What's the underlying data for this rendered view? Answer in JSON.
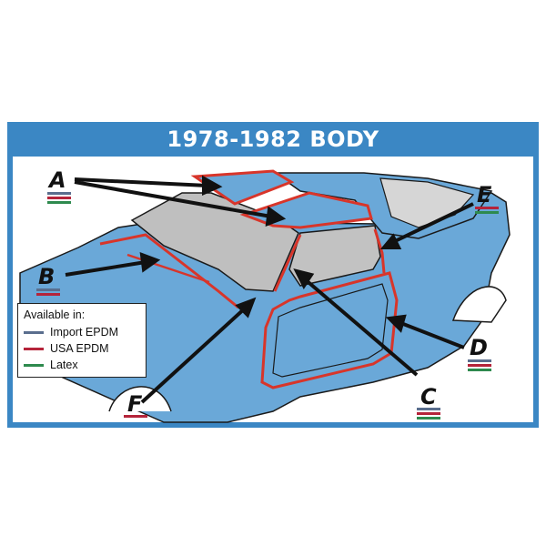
{
  "title": "1978-1982 BODY",
  "colors": {
    "frame": "#3b87c4",
    "body": "#6aa8d8",
    "glass": "#bfbfbf",
    "seal": "#d8352a",
    "outline": "#1a1a1a",
    "import_epdm": "#5a6e8e",
    "usa_epdm": "#b5243a",
    "latex": "#2e8a4e"
  },
  "legend": {
    "heading": "Available in:",
    "items": [
      {
        "label": "Import EPDM",
        "color_key": "import_epdm"
      },
      {
        "label": "USA EPDM",
        "color_key": "usa_epdm"
      },
      {
        "label": "Latex",
        "color_key": "latex"
      }
    ]
  },
  "callouts": [
    {
      "letter": "A",
      "materials": [
        "import_epdm",
        "usa_epdm",
        "latex"
      ]
    },
    {
      "letter": "B",
      "materials": [
        "import_epdm",
        "usa_epdm"
      ]
    },
    {
      "letter": "C",
      "materials": [
        "import_epdm",
        "usa_epdm",
        "latex"
      ]
    },
    {
      "letter": "D",
      "materials": [
        "import_epdm",
        "usa_epdm",
        "latex"
      ]
    },
    {
      "letter": "E",
      "materials": [
        "usa_epdm",
        "latex"
      ]
    },
    {
      "letter": "F",
      "materials": [
        "usa_epdm"
      ]
    }
  ]
}
